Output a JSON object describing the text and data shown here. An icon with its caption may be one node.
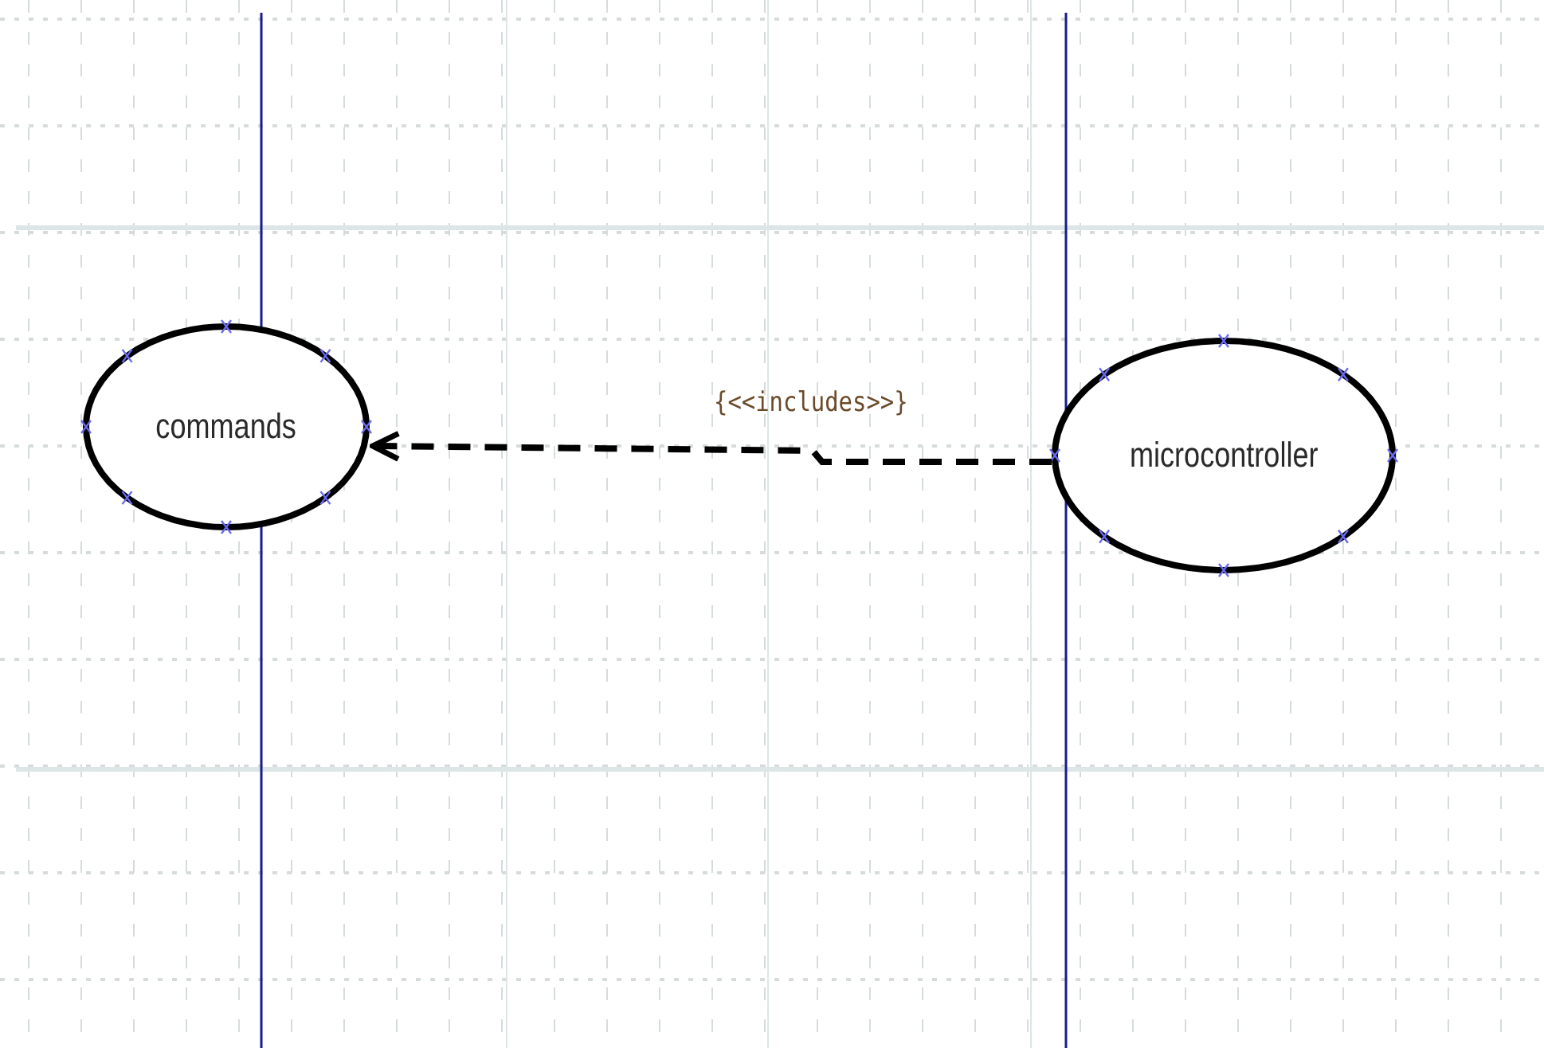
{
  "diagram": {
    "nodes": [
      {
        "text": [
          "commands"
        ]
      },
      {
        "text": [
          "microcontroller"
        ]
      }
    ],
    "edges": [
      {
        "from": 1,
        "to": 0,
        "arrow": "to",
        "style": "dashed",
        "label": "{<<includes>>}"
      }
    ]
  }
}
